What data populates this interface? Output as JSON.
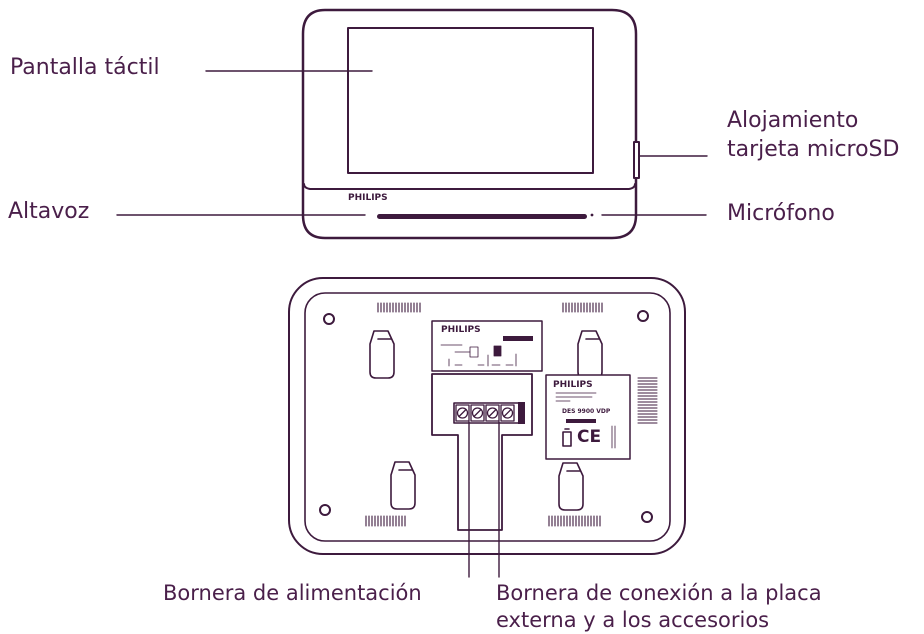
{
  "colors": {
    "stroke": "#3d1a3d",
    "label_text": "#4a1f4a",
    "screen_fill": "#ffffff"
  },
  "front_view": {
    "brand": "PHILIPS",
    "labels": {
      "touchscreen": "Pantalla táctil",
      "microsd_line1": "Alojamiento",
      "microsd_line2": "tarjeta microSD",
      "speaker": "Altavoz",
      "microphone": "Micrófono"
    }
  },
  "back_view": {
    "brand_top": "PHILIPS",
    "brand_label": "PHILIPS",
    "model": "DES 9900 VDP",
    "ce_mark": "CE",
    "labels": {
      "power_terminal": "Bornera de alimentación",
      "connection_line1": "Bornera de conexión a la placa",
      "connection_line2": "externa y a los accesorios"
    }
  }
}
